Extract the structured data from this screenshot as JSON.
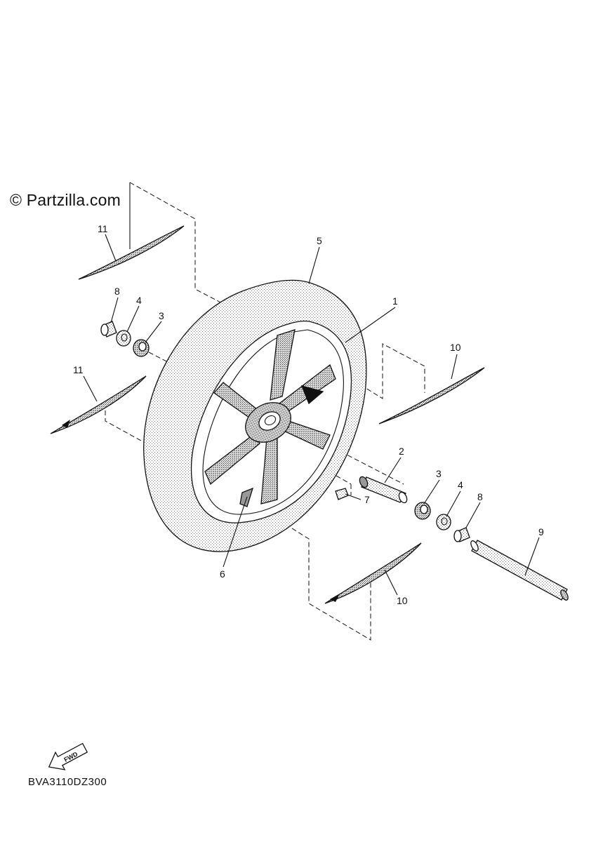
{
  "watermark": "© Partzilla.com",
  "drawing_code": "BVA3110DZ300",
  "fwd_label": "FWD",
  "callouts": [
    {
      "id": "c1",
      "label": "1"
    },
    {
      "id": "c2",
      "label": "2"
    },
    {
      "id": "c3a",
      "label": "3"
    },
    {
      "id": "c3b",
      "label": "3"
    },
    {
      "id": "c4a",
      "label": "4"
    },
    {
      "id": "c4b",
      "label": "4"
    },
    {
      "id": "c5",
      "label": "5"
    },
    {
      "id": "c6",
      "label": "6"
    },
    {
      "id": "c7",
      "label": "7"
    },
    {
      "id": "c8a",
      "label": "8"
    },
    {
      "id": "c8b",
      "label": "8"
    },
    {
      "id": "c9",
      "label": "9"
    },
    {
      "id": "c10a",
      "label": "10"
    },
    {
      "id": "c10b",
      "label": "10"
    },
    {
      "id": "c11a",
      "label": "11"
    },
    {
      "id": "c11b",
      "label": "11"
    }
  ]
}
